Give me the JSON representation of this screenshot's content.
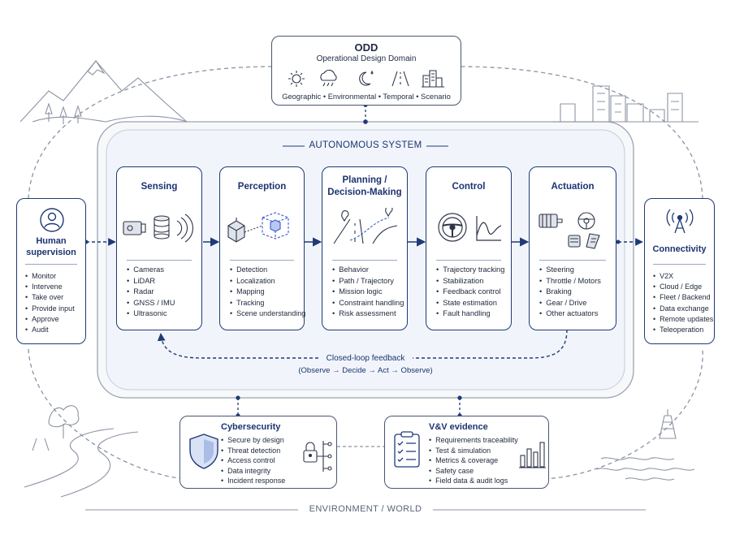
{
  "colors": {
    "navy": "#1f3a75",
    "gray_line": "#8b93a5",
    "system_fill": "#f1f5fb"
  },
  "odd": {
    "title": "ODD",
    "subtitle": "Operational Design Domain",
    "categories": "Geographic • Environmental • Temporal • Scenario",
    "icons": [
      "sun-icon",
      "rain-cloud-icon",
      "moon-icon",
      "road-icon",
      "city-buildings-icon"
    ]
  },
  "system": {
    "title": "AUTONOMOUS SYSTEM"
  },
  "stages": [
    {
      "title": "Sensing",
      "icon": "sensors-icon",
      "items": [
        "Cameras",
        "LiDAR",
        "Radar",
        "GNSS / IMU",
        "Ultrasonic"
      ]
    },
    {
      "title": "Perception",
      "icon": "object-detection-cube-icon",
      "items": [
        "Detection",
        "Localization",
        "Mapping",
        "Tracking",
        "Scene understanding"
      ]
    },
    {
      "title": "Planning / Decision-Making",
      "title_line1": "Planning /",
      "title_line2": "Decision-Making",
      "icon": "route-path-icon",
      "items": [
        "Behavior",
        "Path / Trajectory",
        "Mission logic",
        "Constraint handling",
        "Risk assessment"
      ]
    },
    {
      "title": "Control",
      "icon": "steering-wheel-signal-icon",
      "items": [
        "Trajectory tracking",
        "Stabilization",
        "Feedback control",
        "State estimation",
        "Fault handling"
      ]
    },
    {
      "title": "Actuation",
      "icon": "motor-steering-pedal-icon",
      "items": [
        "Steering",
        "Throttle / Motors",
        "Braking",
        "Gear / Drive",
        "Other actuators"
      ]
    }
  ],
  "feedback": {
    "title": "Closed-loop feedback",
    "sequence": "(Observe → Decide → Act → Observe)"
  },
  "human": {
    "title_line1": "Human",
    "title_line2": "supervision",
    "icon": "person-icon",
    "items": [
      "Monitor",
      "Intervene",
      "Take over",
      "Provide input",
      "Approve",
      "Audit"
    ]
  },
  "connectivity": {
    "title": "Connectivity",
    "icon": "antenna-icon",
    "items": [
      "V2X",
      "Cloud / Edge",
      "Fleet / Backend",
      "Data exchange",
      "Remote updates",
      "Teleoperation"
    ]
  },
  "cybersecurity": {
    "title": "Cybersecurity",
    "icon": "shield-icon",
    "items": [
      "Secure by design",
      "Threat detection",
      "Access control",
      "Data integrity",
      "Incident response"
    ]
  },
  "vv": {
    "title": "V&V evidence",
    "icon": "checklist-clipboard-icon",
    "items": [
      "Requirements traceability",
      "Test & simulation",
      "Metrics & coverage",
      "Safety case",
      "Field data & audit logs"
    ]
  },
  "environment": {
    "title": "ENVIRONMENT / WORLD"
  }
}
